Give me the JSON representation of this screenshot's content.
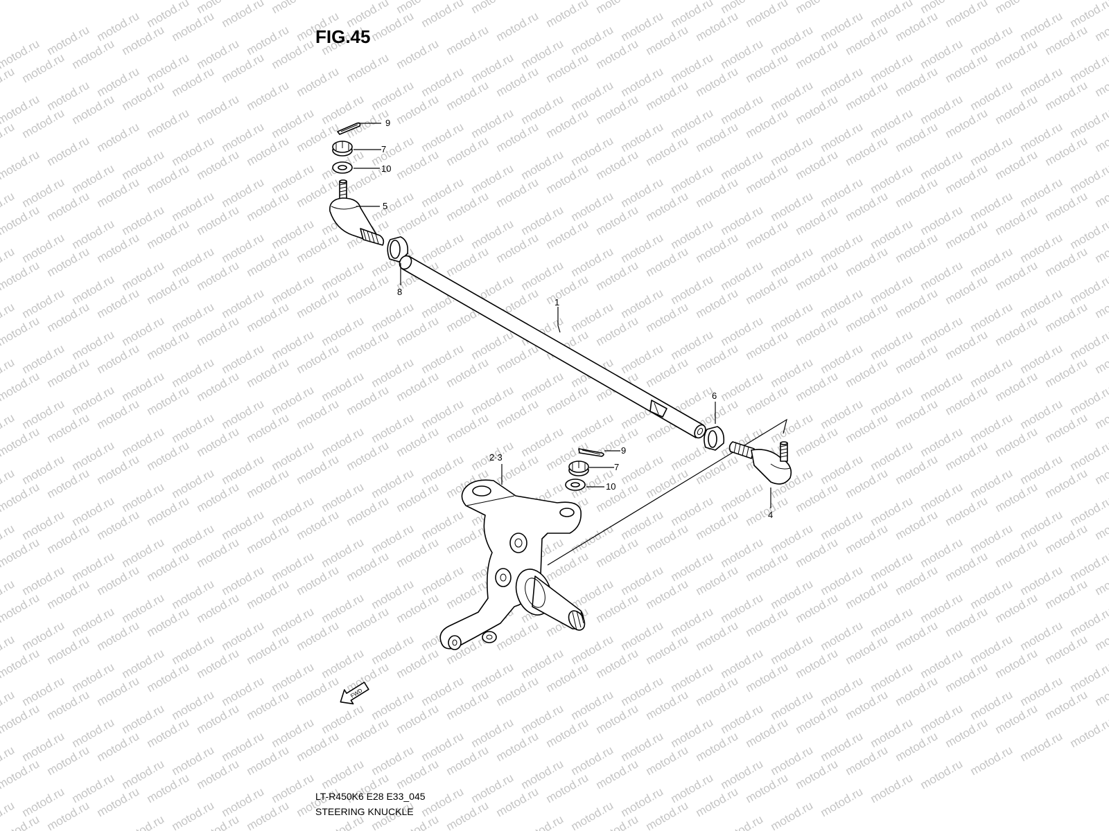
{
  "title": "FIG.45",
  "watermark_text": "motod.ru",
  "footer": {
    "code": "LT-R450K6 E28 E33_045",
    "name": "STEERING KNUCKLE"
  },
  "fwd_label": "FWD",
  "callouts": {
    "c1": "1",
    "c23": "2·3",
    "c4": "4",
    "c5": "5",
    "c6": "6",
    "c7a": "7",
    "c7b": "7",
    "c8": "8",
    "c9a": "9",
    "c9b": "9",
    "c10a": "10",
    "c10b": "10"
  },
  "colors": {
    "ink": "#000000",
    "watermark": "#c4c4c4",
    "background": "#ffffff"
  }
}
